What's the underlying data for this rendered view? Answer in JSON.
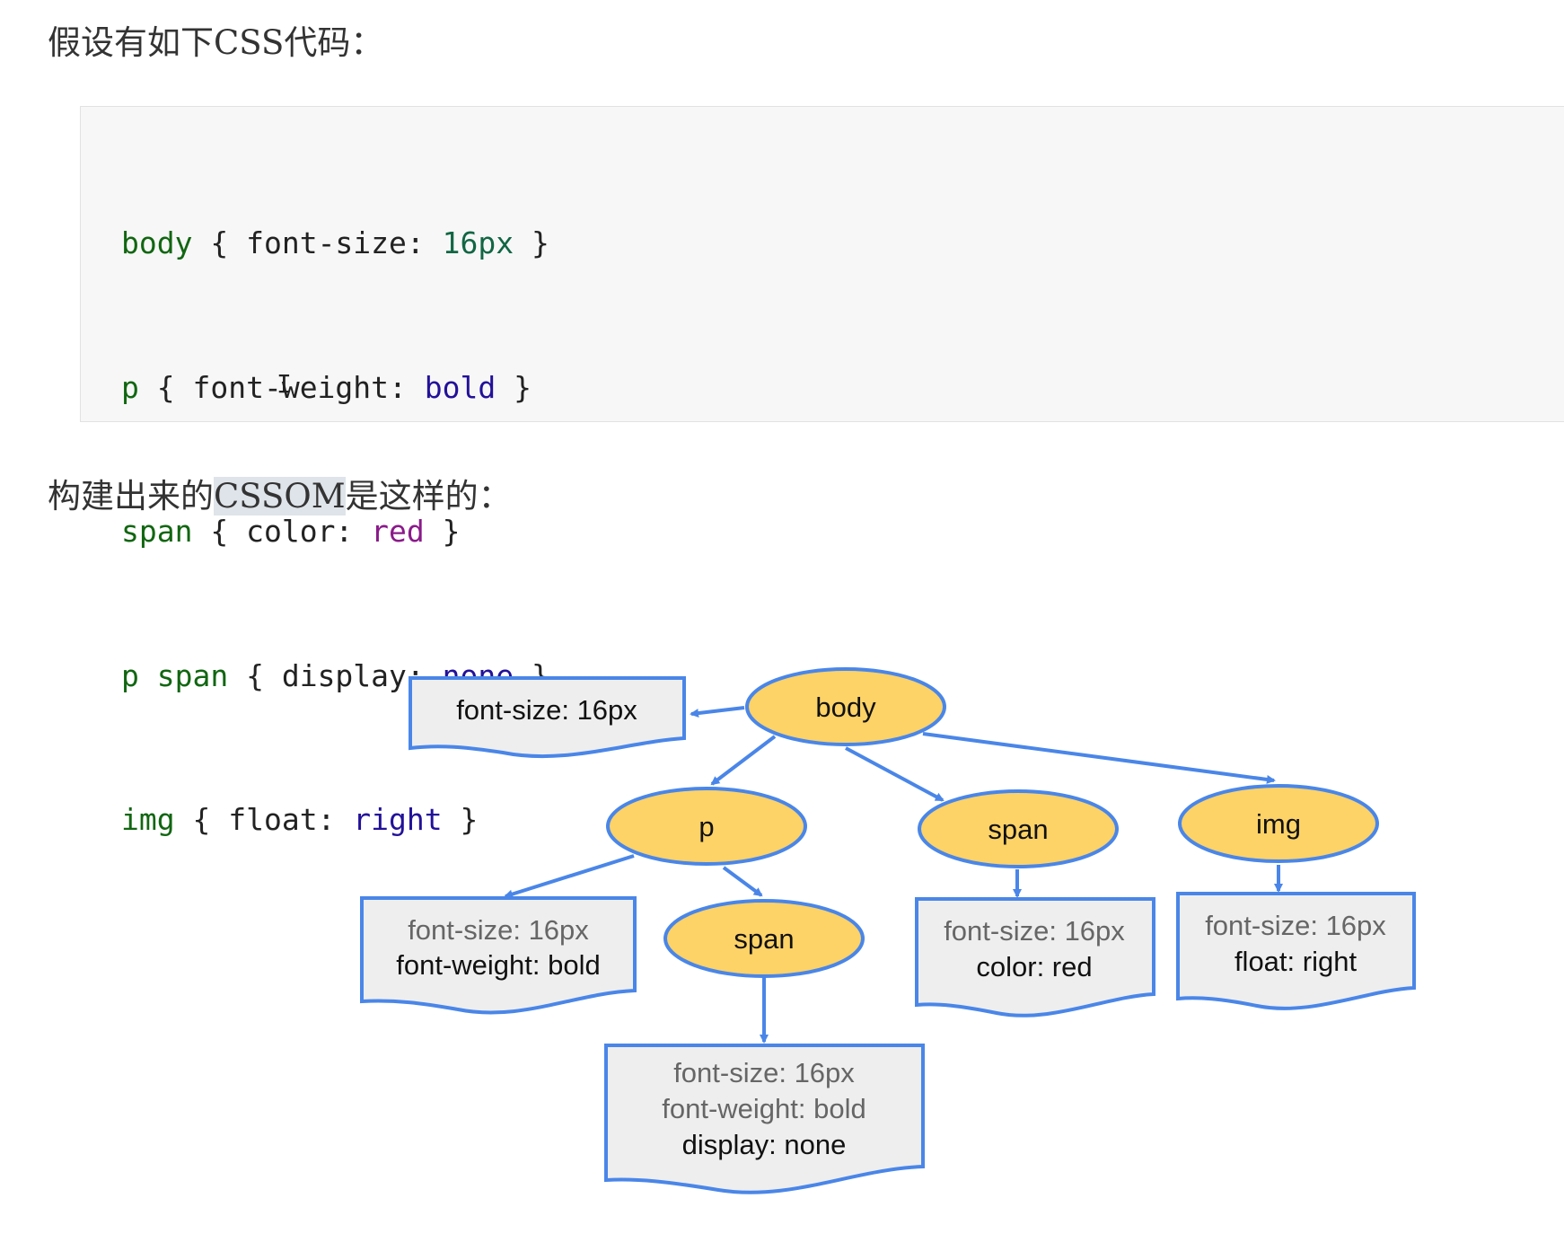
{
  "intro": {
    "text": "假设有如下CSS代码："
  },
  "code": {
    "lines": [
      {
        "selector": "body",
        "open": " { ",
        "prop": "font-size: ",
        "value": "16px",
        "close": " }"
      },
      {
        "selector": "p",
        "open": " { ",
        "prop": "font-weight: ",
        "value": "bold",
        "close": " }"
      },
      {
        "selector": "span",
        "open": " { ",
        "prop": "color: ",
        "value": "red",
        "close": " }"
      },
      {
        "selector": "p span",
        "open": " { ",
        "prop": "display: ",
        "value": "none",
        "close": " }"
      },
      {
        "selector": "img",
        "open": " { ",
        "prop": "float: ",
        "value": "right",
        "close": " }"
      }
    ],
    "cursor_glyph": "I"
  },
  "caption": {
    "before": "构建出来的",
    "highlight": "CSSOM",
    "after": "是这样的："
  },
  "diagram": {
    "nodes": {
      "body": "body",
      "p": "p",
      "span": "span",
      "img": "img",
      "p_span": "span"
    },
    "boxes": {
      "body": {
        "inherited": [],
        "own": [
          "font-size: 16px"
        ]
      },
      "p": {
        "inherited": [
          "font-size: 16px"
        ],
        "own": [
          "font-weight: bold"
        ]
      },
      "span": {
        "inherited": [
          "font-size: 16px"
        ],
        "own": [
          "color: red"
        ]
      },
      "img": {
        "inherited": [
          "font-size: 16px"
        ],
        "own": [
          "float: right"
        ]
      },
      "p_span": {
        "inherited": [
          "font-size: 16px",
          "font-weight: bold"
        ],
        "own": [
          "display: none"
        ]
      }
    },
    "colors": {
      "node_fill": "#fdd267",
      "node_stroke": "#4a86e8",
      "box_fill": "#eeeeee",
      "box_stroke": "#4a86e8",
      "arrow": "#4a86e8",
      "inherited_text": "#666666",
      "own_text": "#111111"
    }
  }
}
